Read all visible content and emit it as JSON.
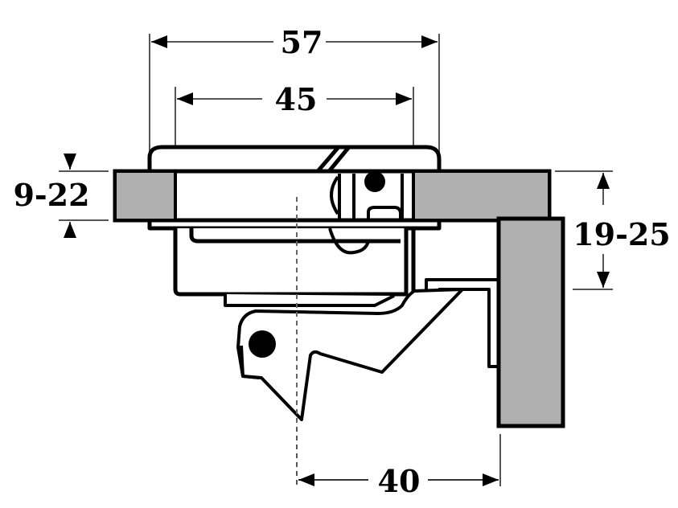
{
  "diagram": {
    "subject": "concealed cabinet hinge cross-section",
    "colors": {
      "line": "#000000",
      "panel_fill": "#b0b0b0",
      "dimension_line": "#555555",
      "background": "#ffffff"
    },
    "dimensions": {
      "overall_width": "57",
      "cup_width": "45",
      "door_thickness": "9-22",
      "side_panel_thickness": "19-25",
      "mounting_offset": "40"
    }
  }
}
